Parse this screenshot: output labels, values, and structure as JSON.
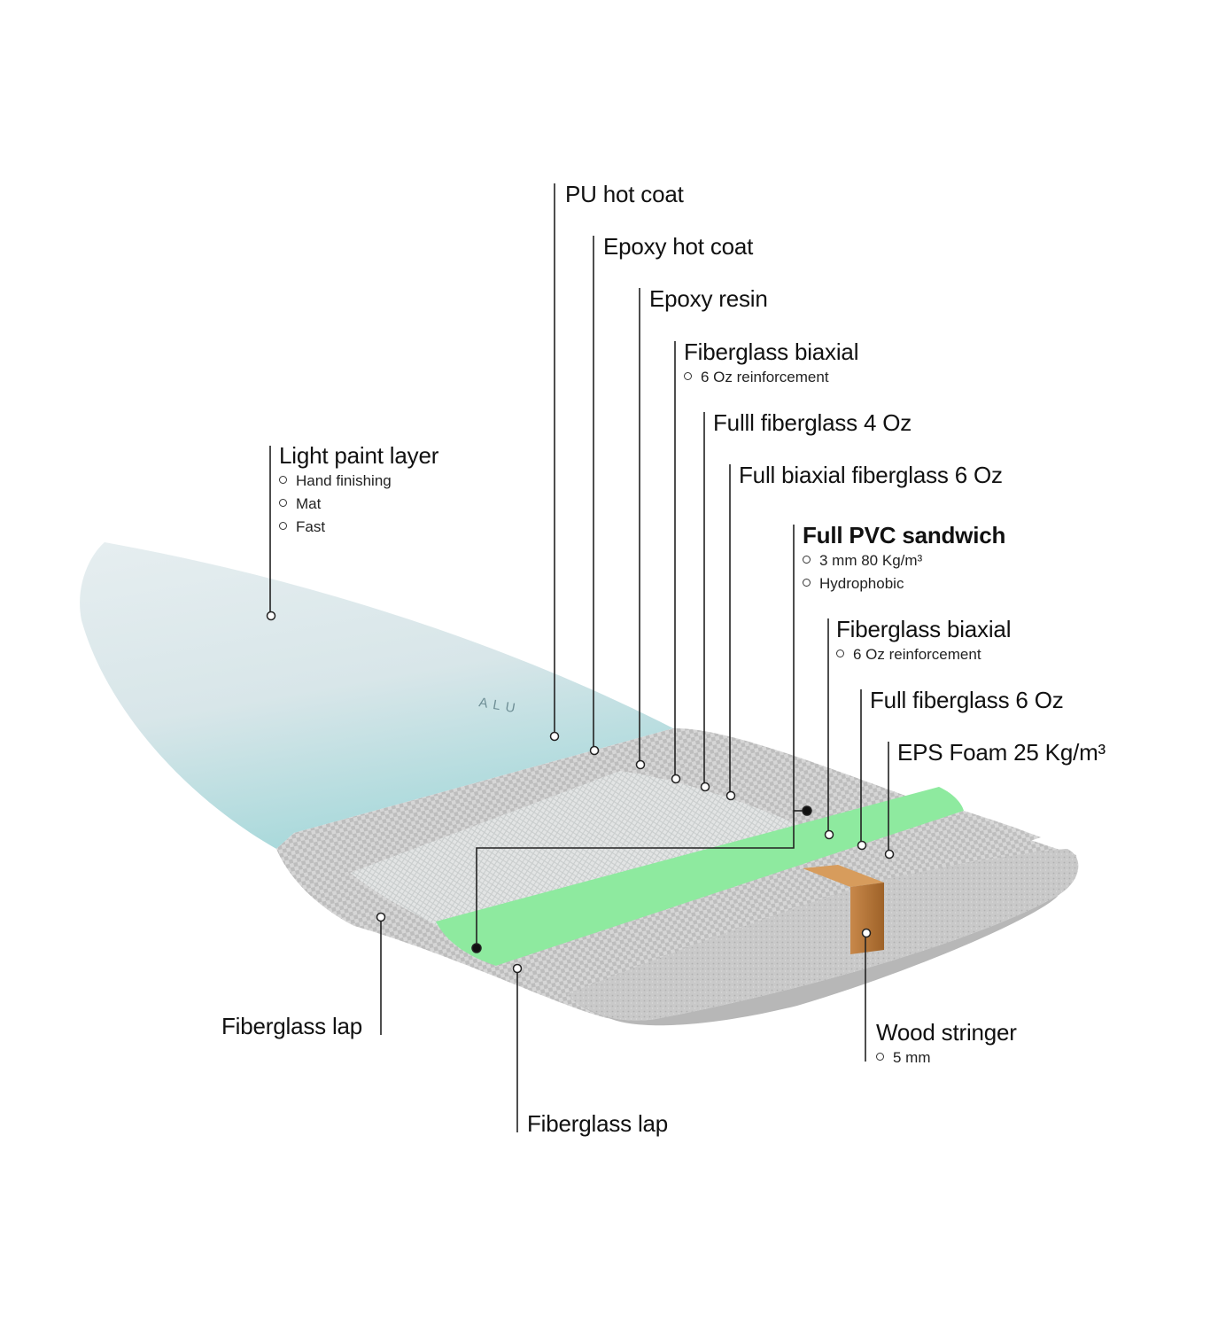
{
  "colors": {
    "board_top": "#dfe9ec",
    "board_tint": "#b6dcde",
    "carbon_light": "#d4d4d4",
    "carbon_dark": "#b9b9b9",
    "pvc_green": "#8eea9f",
    "foam": "#c9c9c9",
    "wood": "#b5773a",
    "leader": "#222222"
  },
  "logo_text": "ALU",
  "labels": {
    "pu_hot_coat": {
      "title": "PU hot coat"
    },
    "epoxy_hot_coat": {
      "title": "Epoxy hot coat"
    },
    "epoxy_resin": {
      "title": "Epoxy resin"
    },
    "fiberglass_biaxial_top": {
      "title": "Fiberglass biaxial",
      "bullets": [
        "6 Oz reinforcement"
      ]
    },
    "full_fiberglass_4oz": {
      "title": "Fulll fiberglass 4 Oz"
    },
    "full_biaxial_6oz": {
      "title": "Full biaxial fiberglass 6 Oz"
    },
    "full_pvc_sandwich": {
      "title": "Full PVC sandwich",
      "bullets": [
        "3 mm 80 Kg/m³",
        "Hydrophobic"
      ]
    },
    "fiberglass_biaxial_bottom": {
      "title": "Fiberglass biaxial",
      "bullets": [
        "6 Oz reinforcement"
      ]
    },
    "full_fiberglass_6oz": {
      "title": "Full fiberglass 6 Oz"
    },
    "eps_foam": {
      "title": "EPS Foam 25 Kg/m³"
    },
    "light_paint_layer": {
      "title": "Light paint layer",
      "bullets": [
        "Hand finishing",
        "Mat",
        "Fast"
      ]
    },
    "fiberglass_lap_left": {
      "title": "Fiberglass lap"
    },
    "fiberglass_lap_bottom": {
      "title": "Fiberglass lap"
    },
    "wood_stringer": {
      "title": "Wood stringer",
      "bullets": [
        "5 mm"
      ]
    }
  }
}
